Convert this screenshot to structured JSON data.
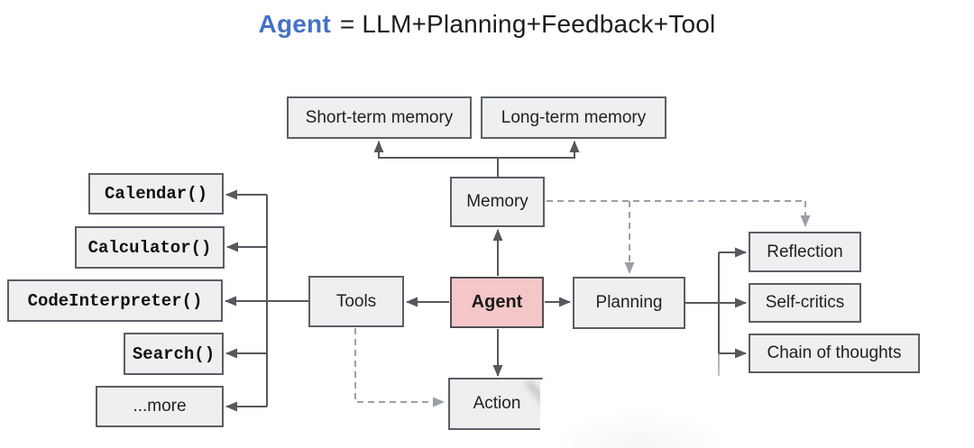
{
  "title": {
    "term": "Agent",
    "definition": "= LLM+Planning+Feedback+Tool"
  },
  "colors": {
    "box_fill": "#edeff0",
    "box_border": "#5b5e63",
    "agent_fill": "#f5c6c7",
    "agent_border": "#4d4f52",
    "line": "#55585c",
    "dashed_line": "#9aa0a6",
    "title_accent": "#4472c4",
    "text": "#202124"
  },
  "nodes": {
    "short_term_memory": "Short-term memory",
    "long_term_memory": "Long-term memory",
    "memory": "Memory",
    "agent": "Agent",
    "tools": "Tools",
    "planning": "Planning",
    "action": "Action",
    "reflection": "Reflection",
    "self_critics": "Self-critics",
    "chain_of_thoughts": "Chain of thoughts",
    "calendar": "Calendar()",
    "calculator": "Calculator()",
    "code_interpreter": "CodeInterpreter()",
    "search": "Search()",
    "more": "...more"
  },
  "edges": [
    {
      "from": "memory",
      "to": "short_term_memory",
      "style": "solid",
      "arrow": "into short_term_memory"
    },
    {
      "from": "memory",
      "to": "long_term_memory",
      "style": "solid",
      "arrow": "into long_term_memory"
    },
    {
      "from": "agent",
      "to": "memory",
      "style": "solid",
      "arrow": "into memory"
    },
    {
      "from": "agent",
      "to": "tools",
      "style": "solid",
      "arrow": "into tools"
    },
    {
      "from": "agent",
      "to": "planning",
      "style": "solid",
      "arrow": "into planning"
    },
    {
      "from": "agent",
      "to": "action",
      "style": "solid",
      "arrow": "into action"
    },
    {
      "from": "tools",
      "to": "calendar",
      "style": "solid",
      "arrow": "into calendar"
    },
    {
      "from": "tools",
      "to": "calculator",
      "style": "solid",
      "arrow": "into calculator"
    },
    {
      "from": "tools",
      "to": "code_interpreter",
      "style": "solid",
      "arrow": "into code_interpreter"
    },
    {
      "from": "tools",
      "to": "search",
      "style": "solid",
      "arrow": "into search"
    },
    {
      "from": "tools",
      "to": "more",
      "style": "solid",
      "arrow": "into more"
    },
    {
      "from": "planning",
      "to": "reflection",
      "style": "solid",
      "arrow": "into reflection"
    },
    {
      "from": "planning",
      "to": "self_critics",
      "style": "solid",
      "arrow": "into self_critics"
    },
    {
      "from": "planning",
      "to": "chain_of_thoughts",
      "style": "solid",
      "arrow": "into chain_of_thoughts"
    },
    {
      "from": "memory",
      "to": "planning",
      "style": "dashed",
      "arrow": "into planning top"
    },
    {
      "from": "memory",
      "to": "reflection",
      "style": "dashed",
      "arrow": "into reflection top"
    },
    {
      "from": "tools",
      "to": "action",
      "style": "dashed",
      "arrow": "into action left"
    }
  ]
}
